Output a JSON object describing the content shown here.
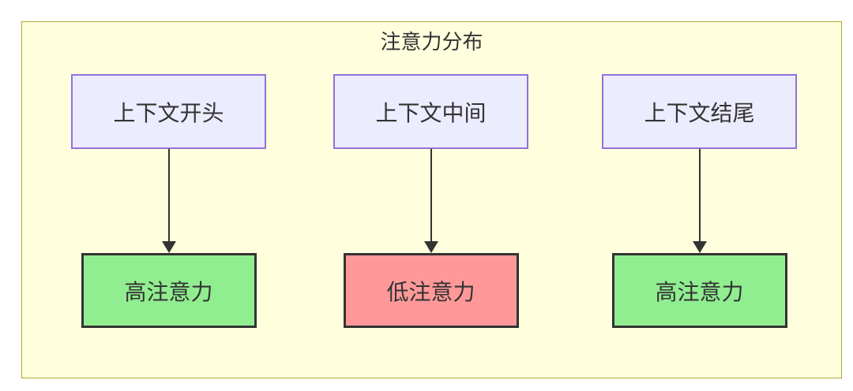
{
  "diagram": {
    "title": "注意力分布",
    "columns": [
      {
        "source": "上下文开头",
        "target": "高注意力",
        "level": "high"
      },
      {
        "source": "上下文中间",
        "target": "低注意力",
        "level": "low"
      },
      {
        "source": "上下文结尾",
        "target": "高注意力",
        "level": "high"
      }
    ],
    "colors": {
      "cluster_fill": "#ffffde",
      "cluster_stroke": "#aaaa33",
      "source_node_fill": "#ECECFF",
      "source_node_stroke": "#9370DB",
      "high_attention_fill": "#90EE90",
      "low_attention_fill": "#FF9999",
      "result_node_stroke": "#333333",
      "arrow_color": "#333333",
      "text_color": "#333333"
    }
  }
}
